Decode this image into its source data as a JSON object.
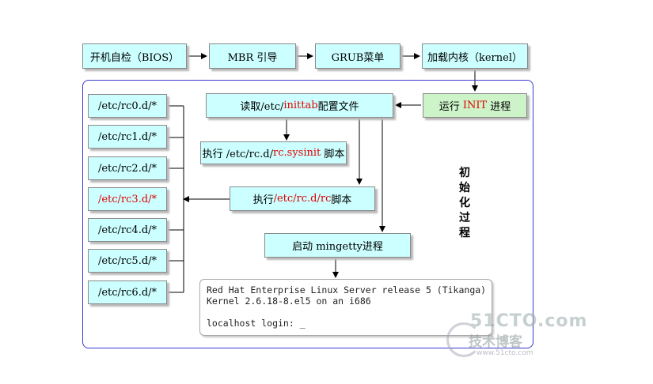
{
  "flow": {
    "bios": "开机自检（BIOS）",
    "mbr": "MBR 引导",
    "grub": "GRUB菜单",
    "kernel": "加载内核（kernel）",
    "init_prefix": "运行 ",
    "init_red": "INIT",
    "init_suffix": " 进程",
    "inittab_prefix": "读取/etc/",
    "inittab_red": "inittab",
    "inittab_suffix": "配置文件",
    "sysinit_prefix": "执行 /etc/rc.d/",
    "sysinit_red": "rc.sysinit",
    "sysinit_suffix": " 脚本",
    "rc_prefix": "执行",
    "rc_red": "/etc/rc.d/rc",
    "rc_suffix": "脚本",
    "mingetty": "启动 mingetty进程"
  },
  "rc_dirs": [
    {
      "label": "/etc/rc0.d/*",
      "highlight": false
    },
    {
      "label": "/etc/rc1.d/*",
      "highlight": false
    },
    {
      "label": "/etc/rc2.d/*",
      "highlight": false
    },
    {
      "label": "/etc/rc3.d/*",
      "highlight": true
    },
    {
      "label": "/etc/rc4.d/*",
      "highlight": false
    },
    {
      "label": "/etc/rc5.d/*",
      "highlight": false
    },
    {
      "label": "/etc/rc6.d/*",
      "highlight": false
    }
  ],
  "init_label": [
    "初",
    "始",
    "化",
    "过",
    "程"
  ],
  "terminal": {
    "line1": "Red Hat Enterprise Linux Server release 5 (Tikanga)",
    "line2": "Kernel 2.6.18-8.el5 on an i686",
    "line3": "",
    "line4": "localhost login: _"
  },
  "watermark": {
    "top": "51CTO.com",
    "middle": "技术博客",
    "url": "www.51cto.com"
  },
  "colors": {
    "box_fill": "#ccffff",
    "init_fill": "#cdf3c9",
    "highlight_text": "#e00000",
    "frame_border": "#3a3ad0"
  }
}
